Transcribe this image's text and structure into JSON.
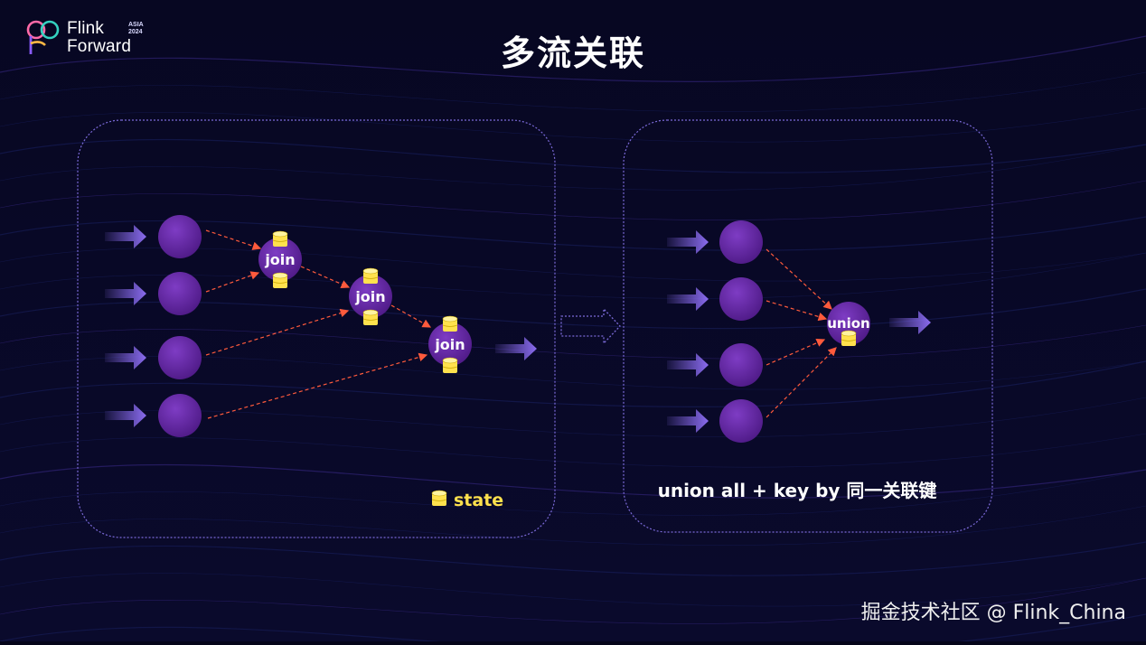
{
  "logo": {
    "name": "Flink Forward",
    "line1": "Flink",
    "line2": "Forward",
    "badge_line1": "ASIA",
    "badge_line2": "2024"
  },
  "title": "多流关联",
  "left_panel": {
    "join_labels": [
      "join",
      "join",
      "join"
    ],
    "legend_label": "state"
  },
  "right_panel": {
    "union_label": "union",
    "caption": "union all + key by 同一关联键"
  },
  "watermark": "掘金技术社区 @ Flink_China",
  "colors": {
    "background": "#05051a",
    "panel_border": "#7b6ad8",
    "node_fill": "#6a2aa8",
    "arrow_fill": "#8b6cf0",
    "link_color": "#ff5a3c",
    "state_color": "#ffe14d"
  }
}
